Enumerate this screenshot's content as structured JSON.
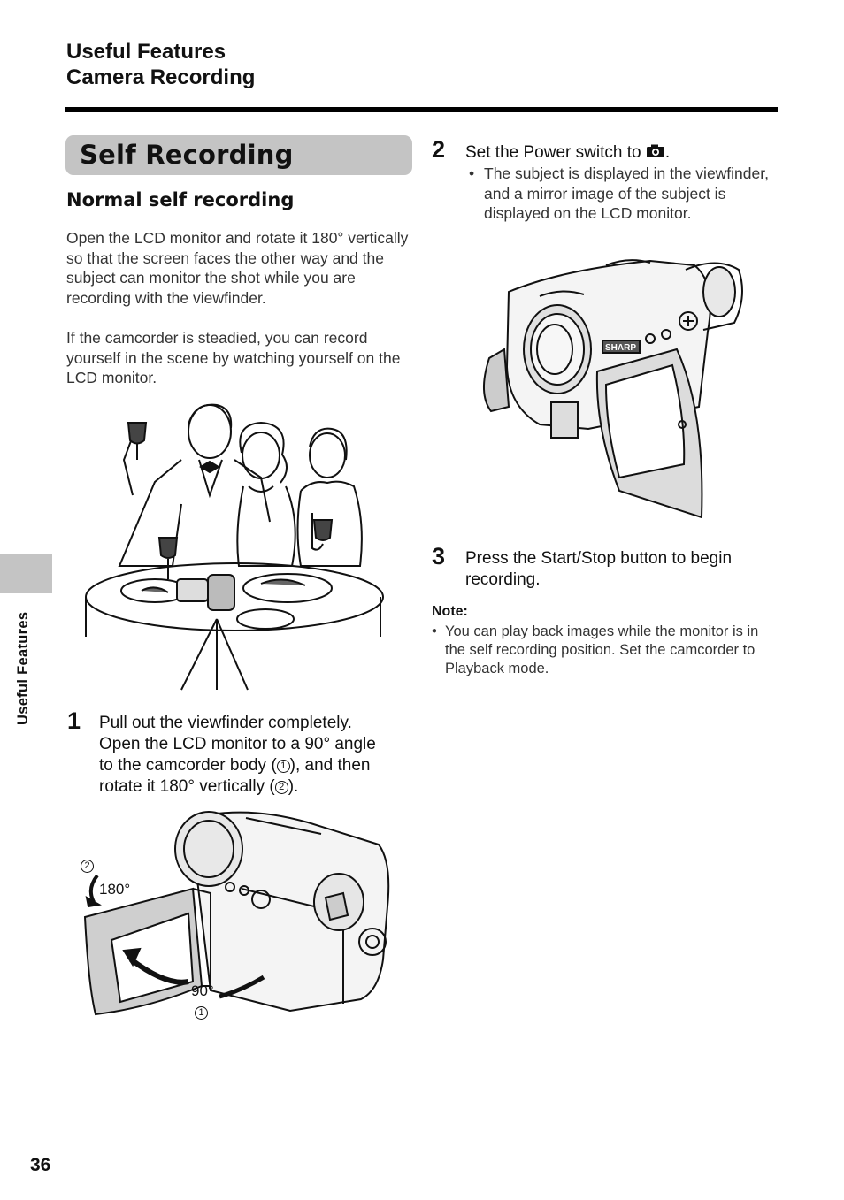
{
  "header": {
    "section_line1": "Useful Features",
    "section_line2": "Camera Recording"
  },
  "section": {
    "title": "Self Recording"
  },
  "subsection": {
    "title": "Normal self recording"
  },
  "intro": {
    "para1": "Open the LCD monitor and rotate it 180° vertically so that the screen faces the other way and the subject can monitor the shot while you are recording with the viewfinder.",
    "para2": "If the camcorder is steadied, you can record yourself in the scene by watching yourself on the LCD monitor."
  },
  "steps": [
    {
      "number": "1",
      "line1": "Pull out the viewfinder completely.",
      "line2": "Open the LCD monitor to a 90° angle",
      "line3_before": "to the camcorder body (",
      "line3_marker": "1",
      "line3_after": "), and then",
      "line4_before": "rotate it 180° vertically (",
      "line4_marker": "2",
      "line4_after": ")."
    },
    {
      "number": "2",
      "text_before": "Set the Power switch to",
      "icon": "camera-icon",
      "text_after": ".",
      "bullet": "The subject is displayed in the viewfinder, and a mirror image of the subject is displayed on the LCD monitor."
    },
    {
      "number": "3",
      "text": "Press the Start/Stop button to begin recording."
    }
  ],
  "figure1": {
    "marker_top": "2",
    "angle_top": "180°",
    "angle_bottom": "90°",
    "marker_bottom": "1"
  },
  "figure2": {
    "brand": "SHARP"
  },
  "note": {
    "title": "Note:",
    "text": "You can play back images while the monitor is in the self recording position. Set the camcorder to Playback mode."
  },
  "sidebar": {
    "tab_label": "Useful Features"
  },
  "footer": {
    "page_number": "36"
  },
  "colors": {
    "banner": "#c4c4c4",
    "rule": "#000000",
    "text": "#333333"
  }
}
